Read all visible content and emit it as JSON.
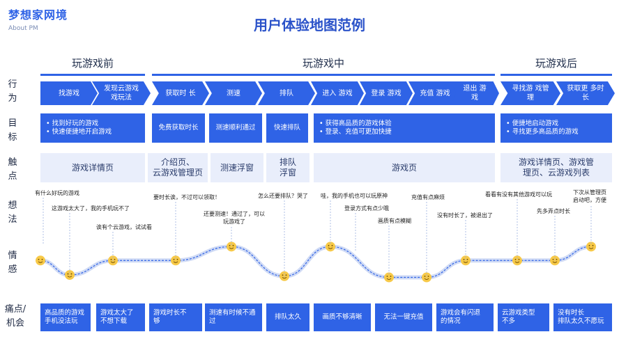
{
  "header": {
    "logo_text": "梦想家网境",
    "logo_sub": "About PM",
    "title": "用户体验地图范例"
  },
  "row_labels": [
    {
      "id": "behavior",
      "text": "行\n为"
    },
    {
      "id": "goal",
      "text": "目\n标"
    },
    {
      "id": "touchpoint",
      "text": "触\n点"
    },
    {
      "id": "thought",
      "text": "想\n法"
    },
    {
      "id": "emotion",
      "text": "情\n感"
    },
    {
      "id": "pain",
      "text": "痛点/\n机会"
    }
  ],
  "phases": [
    {
      "label": "玩游戏前"
    },
    {
      "label": "玩游戏中"
    },
    {
      "label": "玩游戏后"
    }
  ],
  "behaviors": [
    "找游戏",
    "发现云游戏\n戏玩法",
    "获取时\n长",
    "测速",
    "排队",
    "进入\n游戏",
    "登录\n游戏",
    "充值\n游戏",
    "退出\n游戏",
    "寻找游\n戏管理",
    "获取更\n多时长"
  ],
  "goals": [
    {
      "items": [
        "找到好玩的游戏",
        "快速便捷地开启游戏"
      ]
    },
    {
      "items": [
        "免费获取时长"
      ]
    },
    {
      "items": [
        "测速顺利通过"
      ]
    },
    {
      "items": [
        "快速排队"
      ]
    },
    {
      "items": [
        "获得高品质的游戏体验",
        "登录、充值可更加快捷"
      ]
    },
    {
      "items": [
        "便捷地启动游戏",
        "寻找更多高品质的游戏"
      ]
    }
  ],
  "touchpoints": [
    "游戏详情页",
    "介绍页、\n云游戏管理页",
    "测速浮窗",
    "排队\n浮窗",
    "游戏页",
    "游戏详情页、游戏管\n理页、云游戏列表"
  ],
  "thoughts": [
    "有什么好玩的游戏",
    "这游戏太大了，我的手机玩不了",
    "诶有个云游戏，试试看",
    "要时长诶，不过可以领取！",
    "还要测速！通过了，可以\n玩游戏了",
    "怎么还要排队？哭了",
    "哇，我的手机也可以玩原神",
    "登录方式有点少哦",
    "画质有点模糊",
    "充值有点麻烦",
    "没有时长了，被退出了",
    "看看有没有其他游戏可以玩",
    "先多弄点时长",
    "下次从管理页\n启动吧，方便"
  ],
  "emotion_levels": [
    0.72,
    0.48,
    0.72,
    0.72,
    0.95,
    0.46,
    0.95,
    0.44,
    0.44,
    0.72,
    0.72,
    0.72,
    0.95
  ],
  "pain_points": [
    "高品质的游戏\n手机没法玩",
    "游戏太大了\n不想下载",
    "游戏时长不\n够",
    "测速有时候不通\n过",
    "排队太久",
    "画质不够清晰",
    "无法一键充值",
    "游戏会有闪退\n的情况",
    "云游戏类型\n不多",
    "没有时长\n排队太久不愿玩"
  ],
  "colors": {
    "accent": "#2f63e6",
    "light": "#e9eefb",
    "smile": "#f7c948"
  }
}
